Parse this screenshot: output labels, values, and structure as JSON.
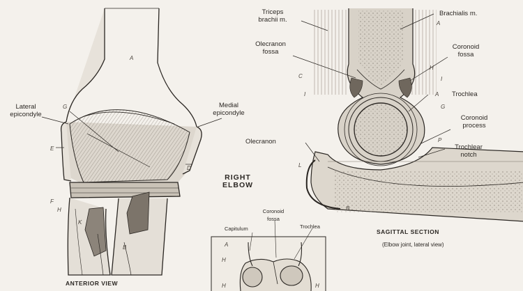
{
  "center_title": {
    "line1": "RIGHT",
    "line2": "ELBOW"
  },
  "anterior": {
    "caption": "ANTERIOR VIEW",
    "labels": {
      "lateral_epicondyle_1": "Lateral",
      "lateral_epicondyle_2": "epicondyle",
      "medial_epicondyle_1": "Medial",
      "medial_epicondyle_2": "epicondyle"
    },
    "letters": {
      "a": "A",
      "g": "G",
      "e": "E",
      "d": "D",
      "f": "F",
      "h": "H",
      "k": "K",
      "b": "B"
    }
  },
  "sagittal": {
    "caption": "SAGITTAL SECTION",
    "subcaption": "(Elbow joint, lateral view)",
    "labels": {
      "triceps_1": "Triceps",
      "triceps_2": "brachii m.",
      "brachialis": "Brachialis m.",
      "olecranon_fossa_1": "Olecranon",
      "olecranon_fossa_2": "fossa",
      "coronoid_fossa_1": "Coronoid",
      "coronoid_fossa_2": "fossa",
      "trochlea": "Trochlea",
      "coronoid_process_1": "Coronoid",
      "coronoid_process_2": "process",
      "olecranon": "Olecranon",
      "trochlear_notch_1": "Trochlear",
      "trochlear_notch_2": "notch"
    },
    "letters": {
      "a1": "A",
      "h1": "H",
      "c": "C",
      "i_left": "I",
      "i_right": "I",
      "a2": "A",
      "g": "G",
      "p": "P",
      "l": "L",
      "b": "B"
    }
  },
  "inset": {
    "labels": {
      "coronoid_fossa_1": "Coronoid",
      "coronoid_fossa_2": "fossa",
      "capitulum": "Capitulum",
      "trochlea": "Trochlea"
    },
    "letters": {
      "a": "A",
      "h": "H",
      "h_left": "H",
      "h_right": "H"
    }
  }
}
